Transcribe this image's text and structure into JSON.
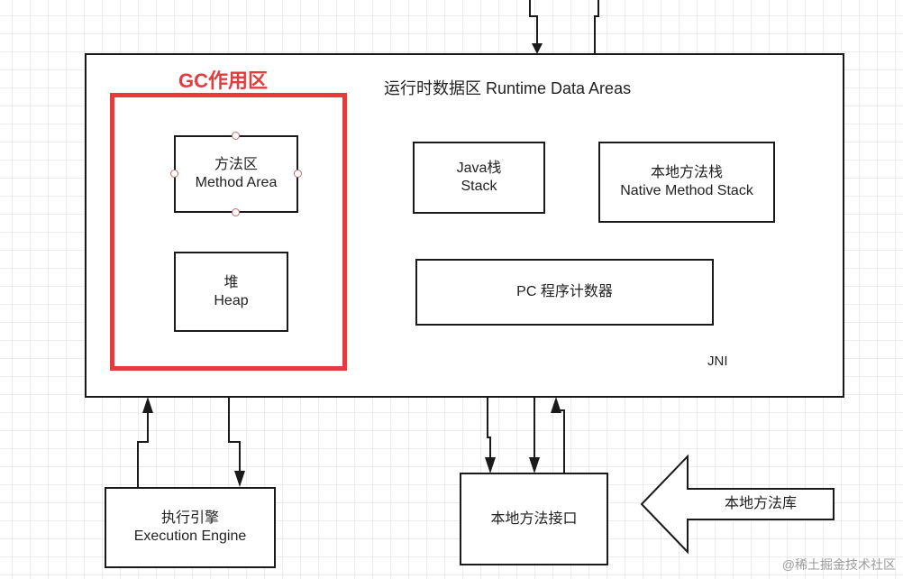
{
  "diagram": {
    "title": "运行时数据区 Runtime Data Areas",
    "gc_label": "GC作用区",
    "method_area": {
      "line1": "方法区",
      "line2": "Method Area"
    },
    "heap": {
      "line1": "堆",
      "line2": "Heap"
    },
    "java_stack": {
      "line1": "Java栈",
      "line2": "Stack"
    },
    "native_stack": {
      "line1": "本地方法栈",
      "line2": "Native Method Stack"
    },
    "pc_register": {
      "label": "PC 程序计数器"
    },
    "execution_engine": {
      "line1": "执行引擎",
      "line2": "Execution Engine"
    },
    "native_interface": {
      "label": "本地方法接口"
    },
    "native_library": {
      "label": "本地方法库"
    },
    "jni_label": "JNI",
    "watermark": "@稀土掘金技术社区",
    "colors": {
      "gc_highlight": "#e83a3a",
      "line": "#1a1a1a",
      "grid": "#ececec"
    }
  }
}
